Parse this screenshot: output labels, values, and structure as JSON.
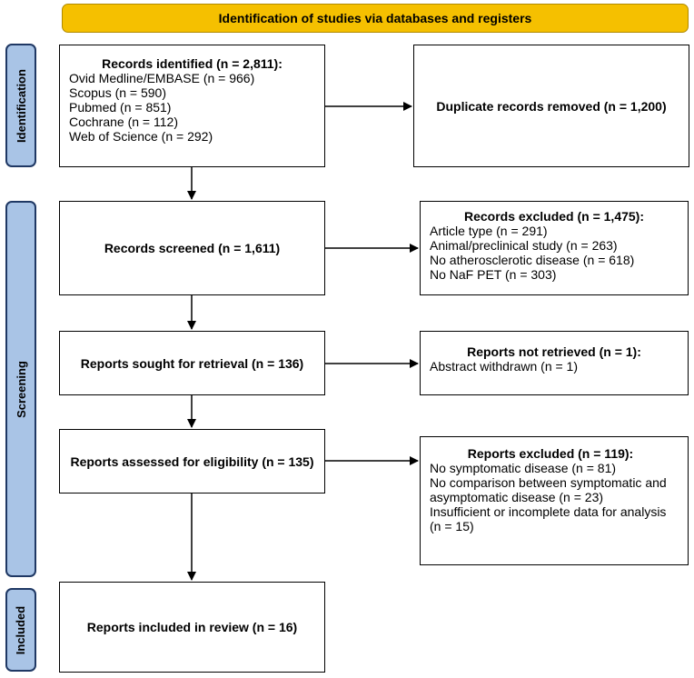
{
  "header": {
    "title": "Identification of studies via databases and registers"
  },
  "phases": {
    "identification": "Identification",
    "screening": "Screening",
    "included": "Included"
  },
  "boxes": {
    "records_identified": {
      "title": "Records identified (n = 2,811):",
      "lines": [
        "Ovid Medline/EMBASE (n = 966)",
        "Scopus (n = 590)",
        "Pubmed (n = 851)",
        "Cochrane (n = 112)",
        "Web of Science (n = 292)"
      ]
    },
    "duplicates_removed": {
      "text": "Duplicate records removed (n = 1,200)"
    },
    "records_screened": {
      "text": "Records screened (n = 1,611)"
    },
    "records_excluded": {
      "title": "Records excluded (n = 1,475):",
      "lines": [
        "Article type (n = 291)",
        "Animal/preclinical study (n = 263)",
        "No atherosclerotic disease (n = 618)",
        "No NaF PET (n = 303)"
      ]
    },
    "reports_sought": {
      "text": "Reports sought for retrieval (n = 136)"
    },
    "reports_not_retrieved": {
      "title": "Reports not retrieved (n = 1):",
      "lines": [
        "Abstract withdrawn (n = 1)"
      ]
    },
    "reports_assessed": {
      "text": "Reports assessed for eligibility (n = 135)"
    },
    "reports_excluded": {
      "title": "Reports excluded (n = 119):",
      "lines": [
        "No symptomatic disease (n = 81)",
        "No comparison between symptomatic and asymptomatic disease (n = 23)",
        "Insufficient or incomplete data for analysis (n = 15)"
      ]
    },
    "reports_included": {
      "text": "Reports included in review (n = 16)"
    }
  }
}
